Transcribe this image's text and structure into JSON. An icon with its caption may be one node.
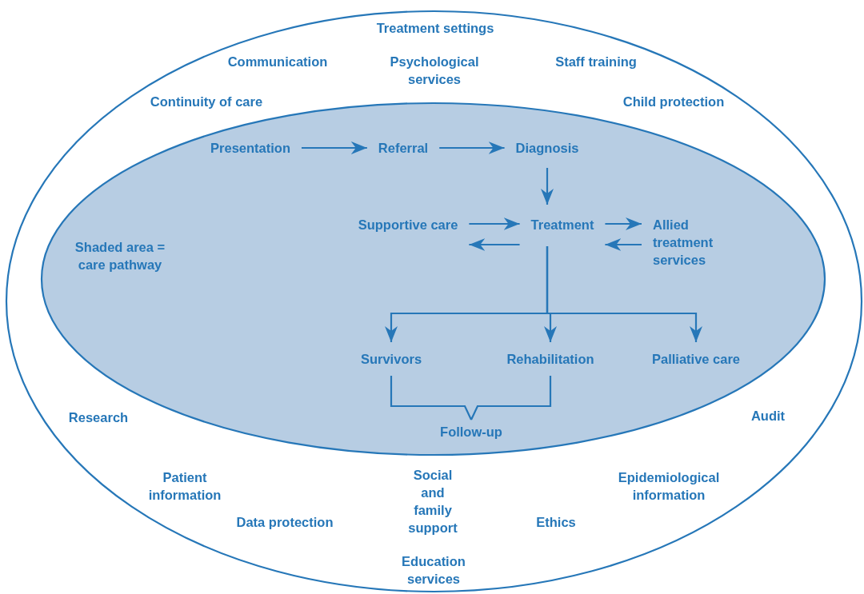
{
  "diagram": {
    "nodes": [
      {
        "text": [],
        "shape": "ellipse"
      },
      {
        "text": [
          "Shaded area = care pathway"
        ],
        "in": 0
      },
      {
        "text": [
          "Presentation"
        ],
        "in": 1
      },
      {
        "text": [
          "Referral"
        ],
        "in": 1
      },
      {
        "text": [
          "Diagnosis"
        ],
        "in": 1
      },
      {
        "text": [
          "Supportive care"
        ],
        "in": 1
      },
      {
        "text": [
          "Treatment"
        ],
        "in": 1
      },
      {
        "text": [
          "Allied treatment services"
        ],
        "in": 1
      },
      {
        "text": [
          "Survivors"
        ],
        "in": 1
      },
      {
        "text": [
          "Rehabilitation"
        ],
        "in": 1
      },
      {
        "text": [
          "Palliative care"
        ],
        "in": 1
      },
      {
        "text": [
          "Follow-up"
        ],
        "in": 1
      }
    ],
    "edges": [
      {
        "from": 2,
        "to": 3,
        "arrow": "to"
      },
      {
        "from": 3,
        "to": 4,
        "arrow": "to"
      },
      {
        "from": 4,
        "to": 6,
        "arrow": "to"
      },
      {
        "from": 5,
        "to": 6,
        "arrow": "to"
      },
      {
        "from": 6,
        "to": 5,
        "arrow": "to"
      },
      {
        "from": 6,
        "to": 7,
        "arrow": "to"
      },
      {
        "from": 7,
        "to": 6,
        "arrow": "to"
      },
      {
        "from": 6,
        "to": 8,
        "arrow": "to"
      },
      {
        "from": 6,
        "to": 9,
        "arrow": "to"
      },
      {
        "from": 6,
        "to": 10,
        "arrow": "to"
      },
      {
        "from": 8,
        "to": 11,
        "arrow": "none"
      },
      {
        "from": 9,
        "to": 11,
        "arrow": "none"
      }
    ],
    "labels": [
      "Treatment settings",
      "Communication",
      "Psychological services",
      "Staff training",
      "Continuity of care",
      "Child protection",
      "Research",
      "Audit",
      "Patient information",
      "Social and family support",
      "Epidemiological information",
      "Data protection",
      "Ethics",
      "Education services"
    ]
  }
}
